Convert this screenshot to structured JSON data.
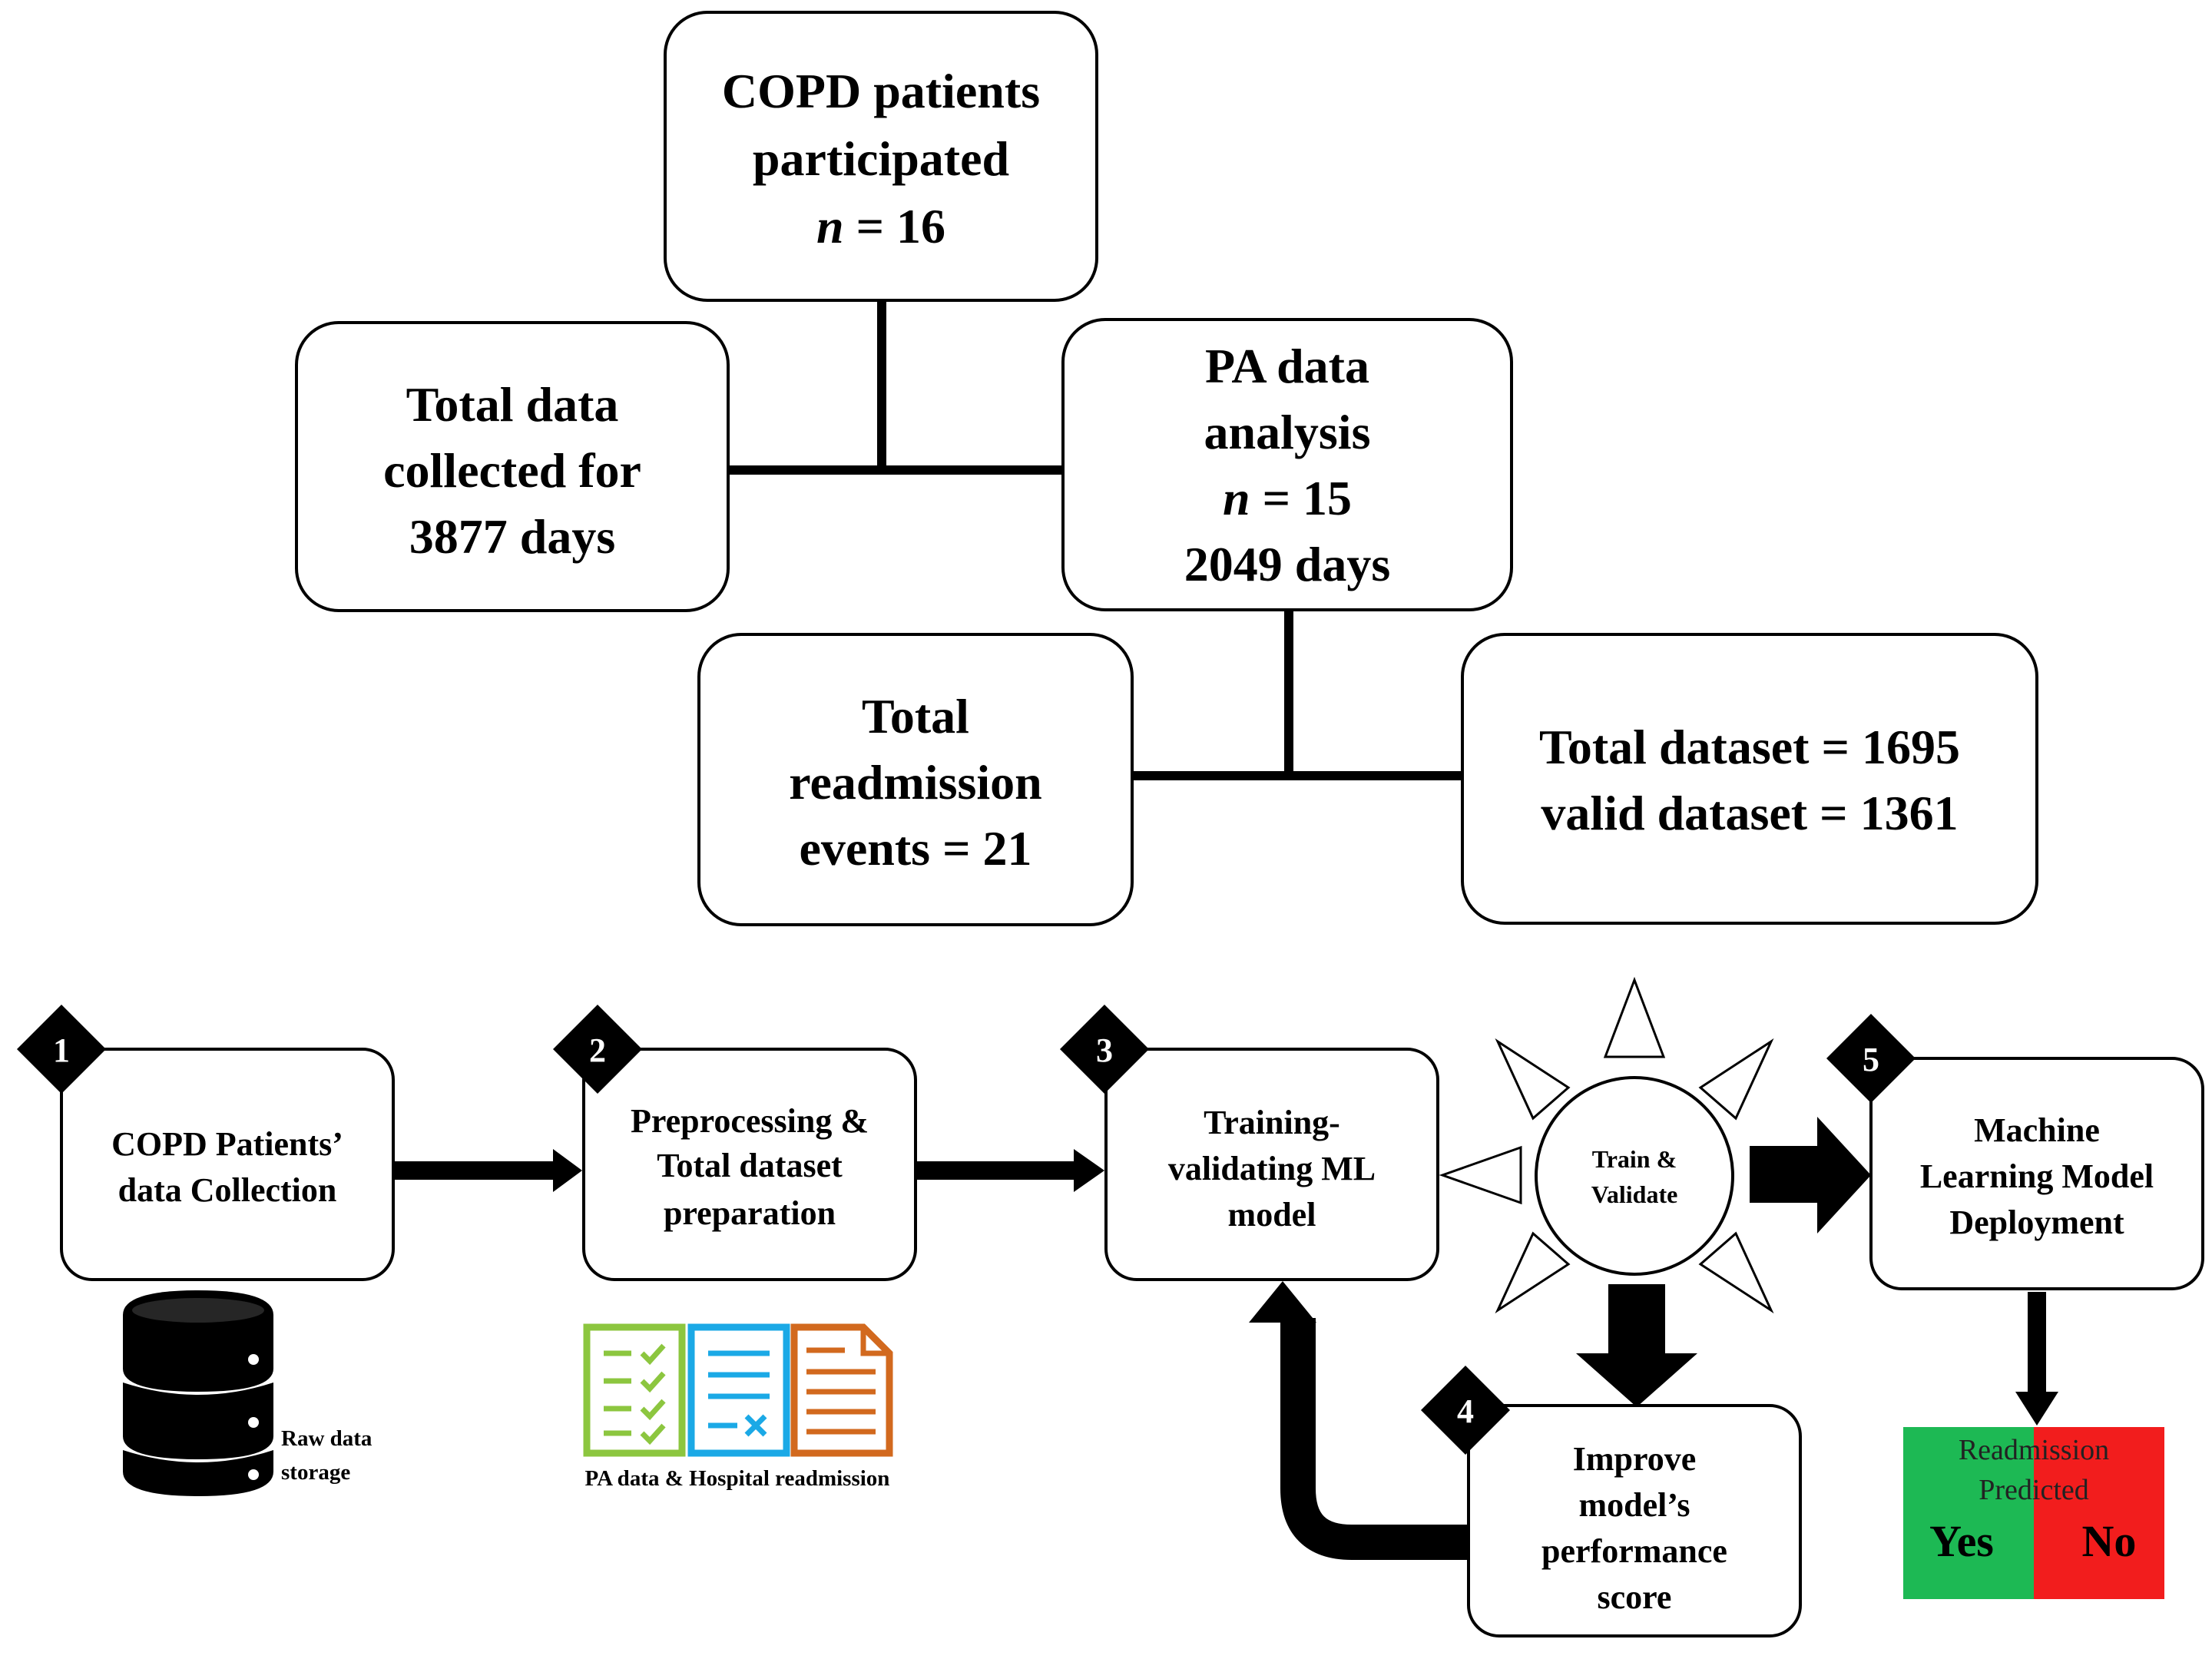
{
  "flow_top": {
    "patients": {
      "line1": "COPD patients",
      "line2": "participated",
      "n_label": "n",
      "n_value": "= 16"
    },
    "total_data": {
      "line1": "Total data",
      "line2": "collected for",
      "line3": "3877 days"
    },
    "pa_analysis": {
      "line1": "PA data",
      "line2": "analysis",
      "n_label": "n",
      "n_value": "= 15",
      "line4": "2049 days"
    },
    "readmission": {
      "line1": "Total",
      "line2": "readmission",
      "line3": "events = 21"
    },
    "dataset": {
      "line1": "Total dataset = 1695",
      "line2": "valid dataset = 1361"
    }
  },
  "pipeline": {
    "steps": [
      {
        "number": "1",
        "line1": "COPD Patients’",
        "line2": "data Collection"
      },
      {
        "number": "2",
        "line1": "Preprocessing &",
        "line2": "Total dataset",
        "line3": "preparation"
      },
      {
        "number": "3",
        "line1": "Training-",
        "line2": "validating ML",
        "line3": "model"
      },
      {
        "number": "4",
        "line1": "Improve",
        "line2": "model’s",
        "line3": "performance",
        "line4": "score"
      },
      {
        "number": "5",
        "line1": "Machine",
        "line2": "Learning Model",
        "line3": "Deployment"
      }
    ],
    "train_validate": {
      "line1": "Train &",
      "line2": "Validate"
    },
    "raw_storage": {
      "line1": "Raw data",
      "line2": "storage"
    },
    "docs_caption": "PA data & Hospital readmission",
    "output": {
      "line1": "Readmission",
      "line2": "Predicted",
      "yes": "Yes",
      "no": "No"
    }
  },
  "colors": {
    "yes_green": "#1db954",
    "no_red": "#f21d1d",
    "doc_green": "#8cc63f",
    "doc_blue": "#1ba9e6",
    "doc_orange": "#d2691e"
  }
}
